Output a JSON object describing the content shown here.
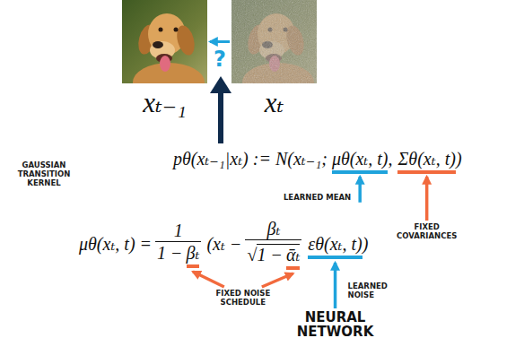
{
  "diagram": {
    "nodes": [
      {
        "text": [
          "xₜ₋₁"
        ]
      },
      {
        "text": [
          "xₜ"
        ]
      }
    ],
    "edges": [
      {
        "from": 1,
        "to": 0,
        "arrow": "to"
      }
    ],
    "labels": [
      "?",
      "GAUSSIAN TRANSITION KERNEL",
      "pθ(xₜ₋₁|xₜ) := N(xₜ₋₁;",
      "μθ(xₜ, t)",
      ",",
      "Σθ(xₜ, t)",
      ")",
      "LEARNED MEAN",
      "FIXED COVARIANCES",
      "μθ(xₜ, t) =",
      "1",
      "1 −",
      "βₜ",
      "(xₜ −",
      "βₜ",
      "√",
      "1 −",
      "ᾱₜ",
      "εθ(xₜ, t)",
      ")",
      "LEARNED NOISE",
      "FIXED NOISE SCHEDULE",
      "NEURAL NETWORK"
    ]
  }
}
